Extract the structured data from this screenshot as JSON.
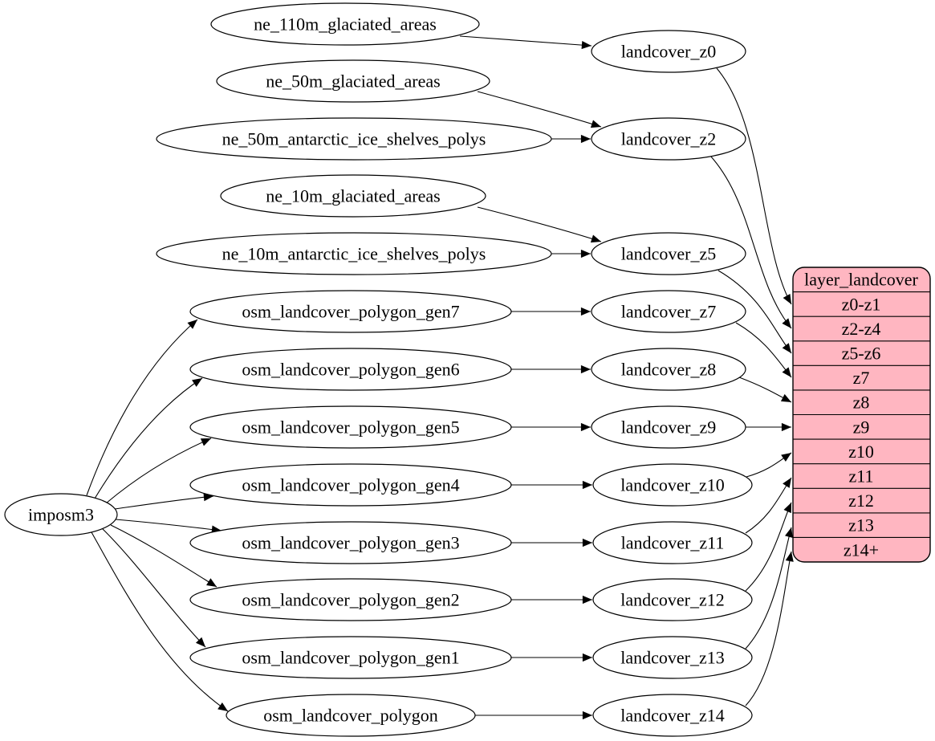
{
  "colors": {
    "record_fill": "#ffb6c1",
    "node_fill": "#ffffff",
    "edge_stroke": "#000000",
    "text": "#000000",
    "background": "#ffffff"
  },
  "nodes": {
    "importer": {
      "label": "imposm3"
    },
    "sources": [
      {
        "label": "ne_110m_glaciated_areas"
      },
      {
        "label": "ne_50m_glaciated_areas"
      },
      {
        "label": "ne_50m_antarctic_ice_shelves_polys"
      },
      {
        "label": "ne_10m_glaciated_areas"
      },
      {
        "label": "ne_10m_antarctic_ice_shelves_polys"
      },
      {
        "label": "osm_landcover_polygon_gen7"
      },
      {
        "label": "osm_landcover_polygon_gen6"
      },
      {
        "label": "osm_landcover_polygon_gen5"
      },
      {
        "label": "osm_landcover_polygon_gen4"
      },
      {
        "label": "osm_landcover_polygon_gen3"
      },
      {
        "label": "osm_landcover_polygon_gen2"
      },
      {
        "label": "osm_landcover_polygon_gen1"
      },
      {
        "label": "osm_landcover_polygon"
      }
    ],
    "intermediates": [
      {
        "label": "landcover_z0"
      },
      {
        "label": "landcover_z2"
      },
      {
        "label": "landcover_z5"
      },
      {
        "label": "landcover_z7"
      },
      {
        "label": "landcover_z8"
      },
      {
        "label": "landcover_z9"
      },
      {
        "label": "landcover_z10"
      },
      {
        "label": "landcover_z11"
      },
      {
        "label": "landcover_z12"
      },
      {
        "label": "landcover_z13"
      },
      {
        "label": "landcover_z14"
      }
    ],
    "record": {
      "title": "layer_landcover",
      "rows": [
        "z0-z1",
        "z2-z4",
        "z5-z6",
        "z7",
        "z8",
        "z9",
        "z10",
        "z11",
        "z12",
        "z13",
        "z14+"
      ]
    }
  },
  "edges": [
    {
      "from": "imposm3",
      "to": "osm_landcover_polygon_gen7"
    },
    {
      "from": "imposm3",
      "to": "osm_landcover_polygon_gen6"
    },
    {
      "from": "imposm3",
      "to": "osm_landcover_polygon_gen5"
    },
    {
      "from": "imposm3",
      "to": "osm_landcover_polygon_gen4"
    },
    {
      "from": "imposm3",
      "to": "osm_landcover_polygon_gen3"
    },
    {
      "from": "imposm3",
      "to": "osm_landcover_polygon_gen2"
    },
    {
      "from": "imposm3",
      "to": "osm_landcover_polygon_gen1"
    },
    {
      "from": "imposm3",
      "to": "osm_landcover_polygon"
    },
    {
      "from": "ne_110m_glaciated_areas",
      "to": "landcover_z0"
    },
    {
      "from": "ne_50m_glaciated_areas",
      "to": "landcover_z2"
    },
    {
      "from": "ne_50m_antarctic_ice_shelves_polys",
      "to": "landcover_z2"
    },
    {
      "from": "ne_10m_glaciated_areas",
      "to": "landcover_z5"
    },
    {
      "from": "ne_10m_antarctic_ice_shelves_polys",
      "to": "landcover_z5"
    },
    {
      "from": "osm_landcover_polygon_gen7",
      "to": "landcover_z7"
    },
    {
      "from": "osm_landcover_polygon_gen6",
      "to": "landcover_z8"
    },
    {
      "from": "osm_landcover_polygon_gen5",
      "to": "landcover_z9"
    },
    {
      "from": "osm_landcover_polygon_gen4",
      "to": "landcover_z10"
    },
    {
      "from": "osm_landcover_polygon_gen3",
      "to": "landcover_z11"
    },
    {
      "from": "osm_landcover_polygon_gen2",
      "to": "landcover_z12"
    },
    {
      "from": "osm_landcover_polygon_gen1",
      "to": "landcover_z13"
    },
    {
      "from": "osm_landcover_polygon",
      "to": "landcover_z14"
    },
    {
      "from": "landcover_z0",
      "to": "layer_landcover",
      "row": "z0-z1"
    },
    {
      "from": "landcover_z2",
      "to": "layer_landcover",
      "row": "z2-z4"
    },
    {
      "from": "landcover_z5",
      "to": "layer_landcover",
      "row": "z5-z6"
    },
    {
      "from": "landcover_z7",
      "to": "layer_landcover",
      "row": "z7"
    },
    {
      "from": "landcover_z8",
      "to": "layer_landcover",
      "row": "z8"
    },
    {
      "from": "landcover_z9",
      "to": "layer_landcover",
      "row": "z9"
    },
    {
      "from": "landcover_z10",
      "to": "layer_landcover",
      "row": "z10"
    },
    {
      "from": "landcover_z11",
      "to": "layer_landcover",
      "row": "z11"
    },
    {
      "from": "landcover_z12",
      "to": "layer_landcover",
      "row": "z12"
    },
    {
      "from": "landcover_z13",
      "to": "layer_landcover",
      "row": "z13"
    },
    {
      "from": "landcover_z14",
      "to": "layer_landcover",
      "row": "z14+"
    }
  ]
}
